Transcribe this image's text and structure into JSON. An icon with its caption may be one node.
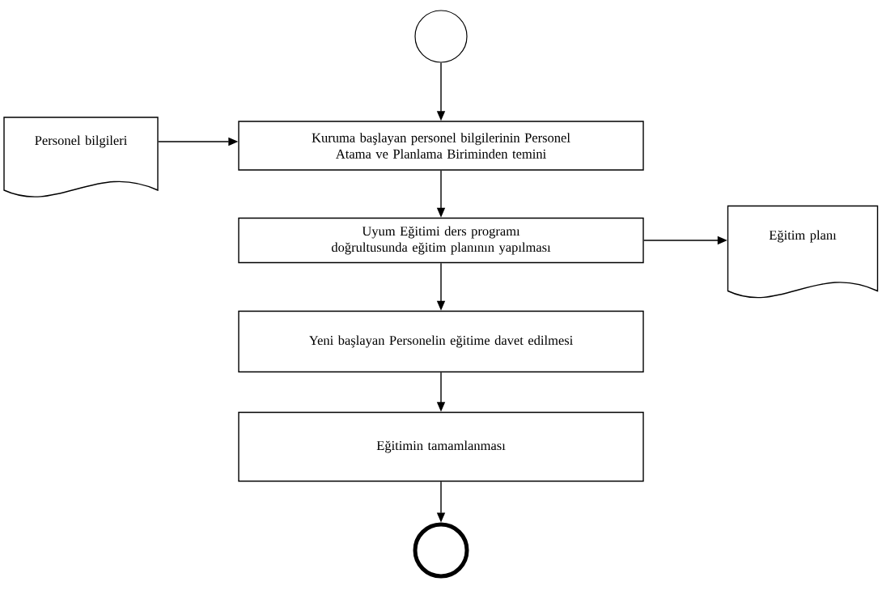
{
  "diagram": {
    "nodes": [
      {
        "text": [],
        "shape": "circle"
      },
      {
        "text": [
          "Personel bilgileri"
        ]
      },
      {
        "text": [
          "Kuruma başlayan personel bilgilerinin Personel Atama ve Planlama Biriminden temini"
        ]
      },
      {
        "text": [
          "Uyum Eğitimi ders programı doğrultusunda eğitim planının yapılması"
        ]
      },
      {
        "text": [
          "Eğitim planı"
        ]
      },
      {
        "text": [
          "Yeni başlayan Personelin eğitime davet edilmesi"
        ]
      },
      {
        "text": [
          "Eğitimin tamamlanması"
        ]
      },
      {
        "text": [],
        "shape": "circle"
      }
    ],
    "edges": [
      {
        "from": 0,
        "to": 2,
        "arrow": "to"
      },
      {
        "from": 1,
        "to": 2,
        "arrow": "to"
      },
      {
        "from": 2,
        "to": 3,
        "arrow": "to"
      },
      {
        "from": 3,
        "to": 4,
        "arrow": "to"
      },
      {
        "from": 3,
        "to": 5,
        "arrow": "to"
      },
      {
        "from": 5,
        "to": 6,
        "arrow": "to"
      },
      {
        "from": 6,
        "to": 7,
        "arrow": "to"
      }
    ]
  }
}
